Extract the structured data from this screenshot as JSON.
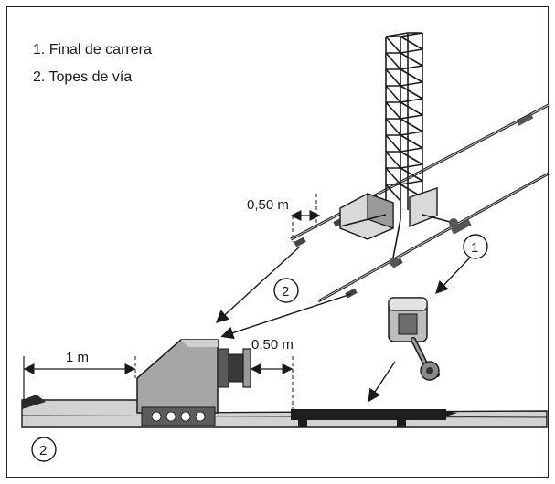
{
  "legend": {
    "items": [
      {
        "num": "1.",
        "text": "Final de carrera"
      },
      {
        "num": "2.",
        "text": "Topes de vía"
      }
    ]
  },
  "labels": {
    "dim_top": "0,50 m",
    "dim_bottom_left": "1 m",
    "dim_bottom_right": "0,50 m",
    "callout_1": "1",
    "callout_2_top": "2",
    "callout_2_bottom": "2"
  },
  "colors": {
    "line": "#1a1a1a",
    "metal_dark": "#4a4a4a",
    "metal_mid": "#8a8a8a",
    "metal_light": "#cfcfcf",
    "rail_gray": "#b5b5b5"
  }
}
